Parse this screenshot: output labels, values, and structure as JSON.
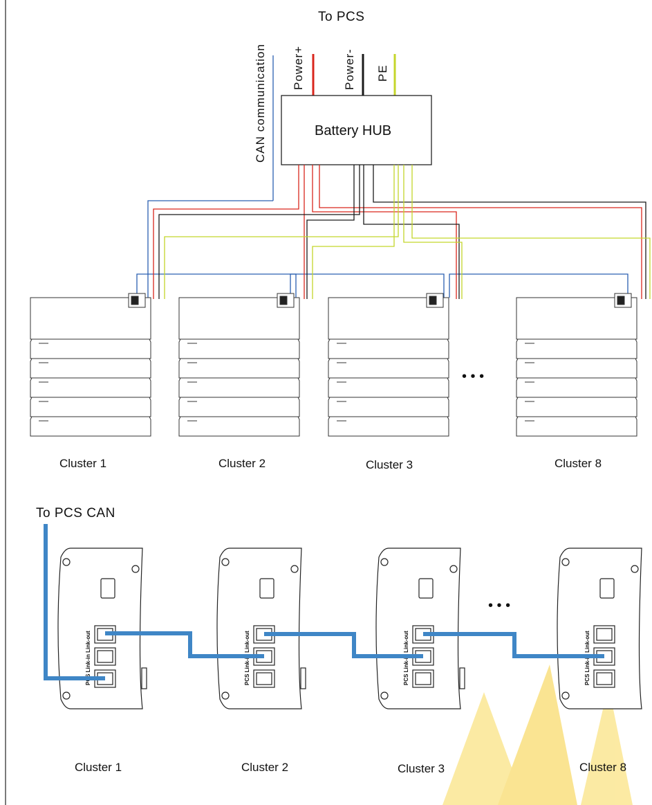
{
  "top": {
    "title": "To PCS",
    "can_label": "CAN communication",
    "power_pos_label": "Power+",
    "power_neg_label": "Power-",
    "pe_label": "PE",
    "hub_label": "Battery HUB",
    "clusters": [
      "Cluster 1",
      "Cluster 2",
      "Cluster 3",
      "Cluster 8"
    ],
    "ellipsis": "• • •"
  },
  "bottom": {
    "title": "To PCS CAN",
    "port_labels": "PCS  Link-in Link-out",
    "clusters": [
      "Cluster 1",
      "Cluster 2",
      "Cluster 3",
      "Cluster 8"
    ],
    "ellipsis": "• • •"
  },
  "colors": {
    "can": "#2a5fb0",
    "can_thick": "#3f86c6",
    "power_pos": "#d9261c",
    "power_neg": "#1a1a1a",
    "pe": "#c4d62a",
    "watermark": "#f6cf3a"
  }
}
